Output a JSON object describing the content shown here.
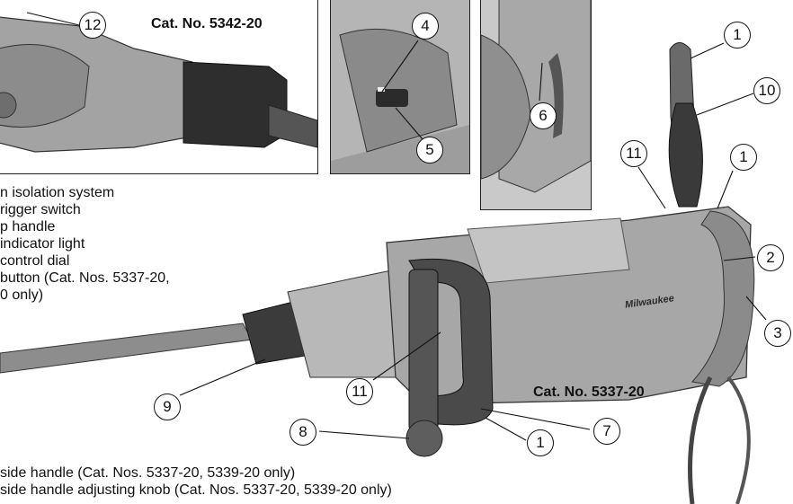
{
  "captions": {
    "cat_5342": "Cat. No. 5342-20",
    "cat_5337": "Cat. No. 5337-20"
  },
  "legend_top": [
    "n isolation system",
    "rigger switch",
    "p handle",
    " indicator light",
    "control dial",
    " button (Cat. Nos. 5337-20,",
    "0 only)"
  ],
  "legend_bottom": [
    "side handle (Cat. Nos. 5337-20, 5339-20 only)",
    "side handle adjusting knob (Cat. Nos. 5337-20, 5339-20 only)"
  ],
  "callouts": {
    "c12": "12",
    "c4": "4",
    "c5": "5",
    "c6": "6",
    "c1_top": "1",
    "c10": "10",
    "c11_top": "11",
    "c1_right": "1",
    "c2": "2",
    "c3": "3",
    "c9": "9",
    "c11_low": "11",
    "c7": "7",
    "c8": "8",
    "c1_low": "1"
  },
  "brand_mark": "Milwaukee",
  "colors": {
    "ink": "#111111",
    "tool_grey": "#9a9a9a",
    "tool_dark": "#3c3c3c",
    "background": "#ffffff"
  }
}
